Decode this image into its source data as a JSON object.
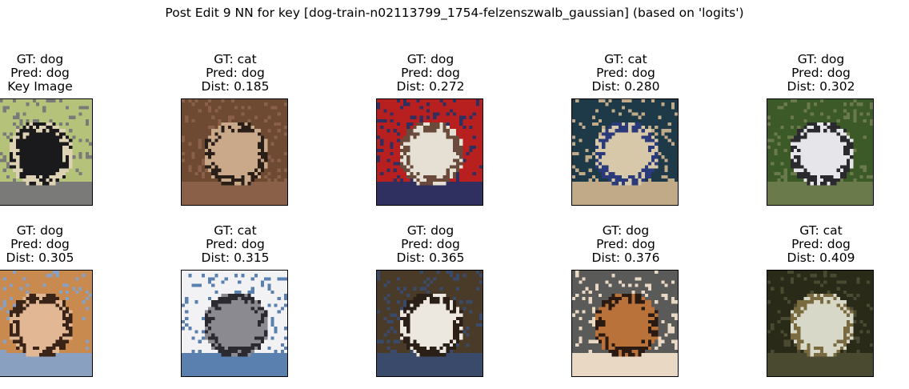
{
  "figure": {
    "title": "Post Edit 9 NN for key [dog-train-n02113799_1754-felzenszwalb_gaussian] (based on 'logits')"
  },
  "panels": [
    {
      "gt": "GT: dog",
      "pred": "Pred: dog",
      "note": "Key Image",
      "colors": [
        "#b4c27a",
        "#1a1a1c",
        "#ddd2b4",
        "#7a7a78"
      ]
    },
    {
      "gt": "GT: cat",
      "pred": "Pred: dog",
      "note": "Dist: 0.185",
      "colors": [
        "#6e4a32",
        "#c9a98a",
        "#2a1e18",
        "#8a6048"
      ]
    },
    {
      "gt": "GT: dog",
      "pred": "Pred: dog",
      "note": "Dist: 0.272",
      "colors": [
        "#b82020",
        "#e6e0d4",
        "#6a4a3a",
        "#303060"
      ]
    },
    {
      "gt": "GT: cat",
      "pred": "Pred: dog",
      "note": "Dist: 0.280",
      "colors": [
        "#1e3a48",
        "#d8c8aa",
        "#2a3a7a",
        "#c0aa88"
      ]
    },
    {
      "gt": "GT: dog",
      "pred": "Pred: dog",
      "note": "Dist: 0.302",
      "colors": [
        "#3c5a28",
        "#e6e6ea",
        "#2a2a2e",
        "#6a7a4a"
      ]
    },
    {
      "gt": "GT: dog",
      "pred": "Pred: dog",
      "note": "Dist: 0.305",
      "colors": [
        "#c88a4e",
        "#e2b894",
        "#3a2418",
        "#8aa0c0"
      ]
    },
    {
      "gt": "GT: cat",
      "pred": "Pred: dog",
      "note": "Dist: 0.315",
      "colors": [
        "#f2f2f4",
        "#8a8a90",
        "#2a2a30",
        "#5a80b0"
      ]
    },
    {
      "gt": "GT: dog",
      "pred": "Pred: dog",
      "note": "Dist: 0.365",
      "colors": [
        "#4a3a28",
        "#ece8e0",
        "#2a2018",
        "#3a4a6a"
      ]
    },
    {
      "gt": "GT: dog",
      "pred": "Pred: dog",
      "note": "Dist: 0.376",
      "colors": [
        "#5a5a58",
        "#b8723a",
        "#2a1a12",
        "#e8d8c4"
      ]
    },
    {
      "gt": "GT: cat",
      "pred": "Pred: dog",
      "note": "Dist: 0.409",
      "colors": [
        "#2a2a18",
        "#d8d8c8",
        "#7a6a40",
        "#4a4a30"
      ]
    }
  ]
}
